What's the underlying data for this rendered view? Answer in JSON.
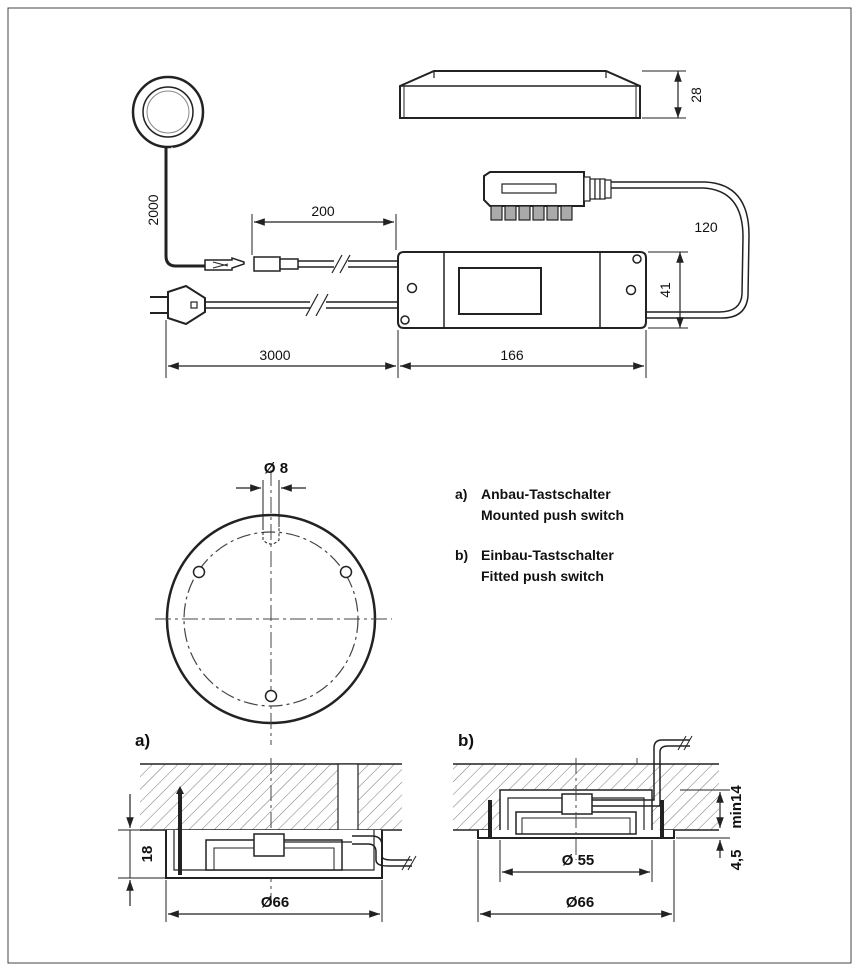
{
  "dimensions": {
    "transformer_height": "28",
    "cable_switch": "2000",
    "connector_cable": "200",
    "output_cable": "120",
    "transformer_width": "41",
    "mains_cable": "3000",
    "transformer_length": "166",
    "hole_diameter": "Ø 8",
    "mounted_height": "18",
    "mounted_diameter": "Ø66",
    "fitted_min_depth": "min14",
    "fitted_inner_diameter": "Ø 55",
    "fitted_flange": "4,5",
    "fitted_outer_diameter": "Ø66"
  },
  "legend": {
    "a_marker": "a)",
    "a_de": "Anbau-Tastschalter",
    "a_en": "Mounted push switch",
    "b_marker": "b)",
    "b_de": "Einbau-Tastschalter",
    "b_en": "Fitted push switch"
  },
  "section_labels": {
    "a": "a)",
    "b": "b)"
  }
}
